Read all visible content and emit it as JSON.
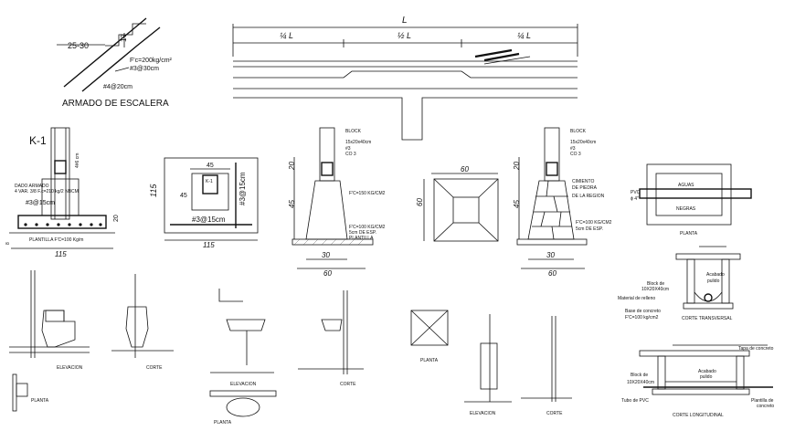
{
  "stair": {
    "title": "ARMADO DE ESCALERA",
    "dim_run": "25-30",
    "dim_rise": "17",
    "fc": "F'c=200kg/cm²",
    "bar1": "#3@30cm",
    "bar2": "#4@20cm"
  },
  "beam": {
    "total": "L",
    "part1": "¼ L",
    "part2": "½ L",
    "part3": "¼ L"
  },
  "k1": {
    "title": "K-1",
    "rebar": "4#6 cm",
    "dado": "DADO ARMADO",
    "dado2": "4 VAR. 3/8 F.c=210 kg/2 NBCM",
    "stirrups": "#3@15cm",
    "dim_20": "20",
    "dim_8": "8",
    "plantilla": "PLANTILLA F'C=100 Kg/m",
    "width": "115"
  },
  "footing_plan": {
    "side": "115",
    "col_w": "45",
    "col_h": "45",
    "label": "K-1",
    "rebar_v": "#3@15cm",
    "rebar_h": "#3@15cm",
    "bottom": "115"
  },
  "section1": {
    "block": "BLOCK",
    "dims": "15x20x40cm",
    "bar": "#3",
    "co": "CO 3",
    "dim_20": "20",
    "dim_45": "45",
    "fc1": "F'C=150 KG/CM2",
    "fc2": "F'C=100 KG/CM2",
    "fc3": "5cm DE ESP.",
    "plantilla": "PLANTILLA",
    "dim_30": "30",
    "dim_60": "60"
  },
  "pyramid": {
    "top": "60",
    "side": "60"
  },
  "section2": {
    "block": "BLOCK",
    "dims": "15x20x40cm",
    "bar": "#3",
    "co": "CO 3",
    "cim1": "CIMIENTO",
    "cim2": "DE PIEDRA",
    "cim3": "DE LA REGION",
    "fc1": "F'C=100 KG/CM2",
    "fc2": "5cm DE ESP.",
    "dim_20": "20",
    "dim_45": "45",
    "dim_30": "30",
    "dim_60": "60"
  },
  "sewer_plan": {
    "aguas": "AGUAS",
    "negras": "NEGRAS",
    "pvc": "PVC",
    "phi": "ϕ 4\"",
    "label": "PLANTA"
  },
  "trans": {
    "block": "Block de",
    "block2": "10X20X40cm",
    "relleno": "Material de relleno",
    "acabado": "Acabado",
    "pulido": "pulido",
    "base": "Base de concreto",
    "fc": "F'C=100 kg/cm2",
    "label": "CORTE TRANSVERSAL"
  },
  "longit": {
    "tapa": "Tapa de concreto",
    "block": "Block de",
    "block2": "10X20X40cm",
    "acabado": "Acabado",
    "pulido": "pulido",
    "tubo": "Tubo de PVC",
    "plantilla": "Plantilla de",
    "plantilla2": "concreto",
    "label": "CORTE LONGITUDINAL"
  },
  "fixtures": {
    "wc_elev": "ELEVACION",
    "wc_corte": "CORTE",
    "wc_planta": "PLANTA",
    "sink_elev": "ELEVACION",
    "sink_corte": "CORTE",
    "sink_planta": "PLANTA",
    "shower_planta": "PLANTA",
    "shower_elev": "ELEVACION",
    "shower_corte": "CORTE"
  }
}
